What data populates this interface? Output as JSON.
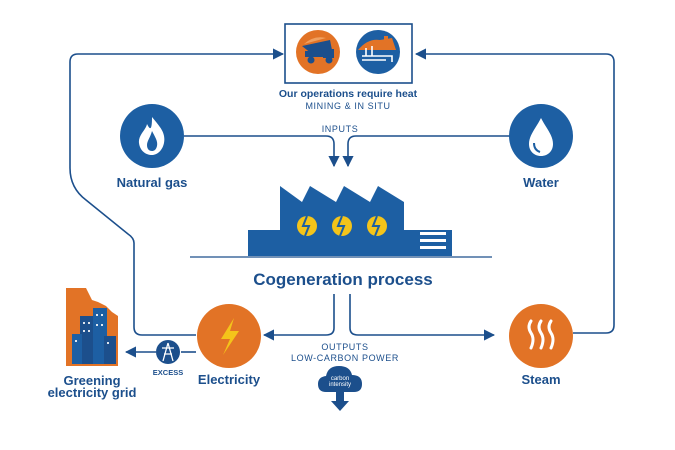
{
  "colors": {
    "navy": "#1c4f8c",
    "blue": "#1d5fa3",
    "orange": "#e27326",
    "yellow": "#f4c41a",
    "white": "#ffffff"
  },
  "top": {
    "title": "Our operations require heat",
    "subtitle": "MINING & IN SITU",
    "icons": [
      "mining-truck-icon",
      "in-situ-well-icon"
    ]
  },
  "inputs": {
    "label": "INPUTS",
    "natural_gas": {
      "label": "Natural gas",
      "icon": "flame-icon"
    },
    "water": {
      "label": "Water",
      "icon": "water-drop-icon"
    }
  },
  "process": {
    "label": "Cogeneration process",
    "icon": "factory-icon"
  },
  "outputs": {
    "label_line1": "OUTPUTS",
    "label_line2": "LOW-CARBON POWER",
    "electricity": {
      "label": "Electricity",
      "icon": "lightning-icon"
    },
    "steam": {
      "label": "Steam",
      "icon": "steam-icon"
    },
    "excess_label": "EXCESS",
    "carbon_line1": "carbon",
    "carbon_line2": "intensity"
  },
  "grid": {
    "label_line1": "Greening",
    "label_line2": "electricity grid",
    "icon": "alberta-city-icon"
  }
}
